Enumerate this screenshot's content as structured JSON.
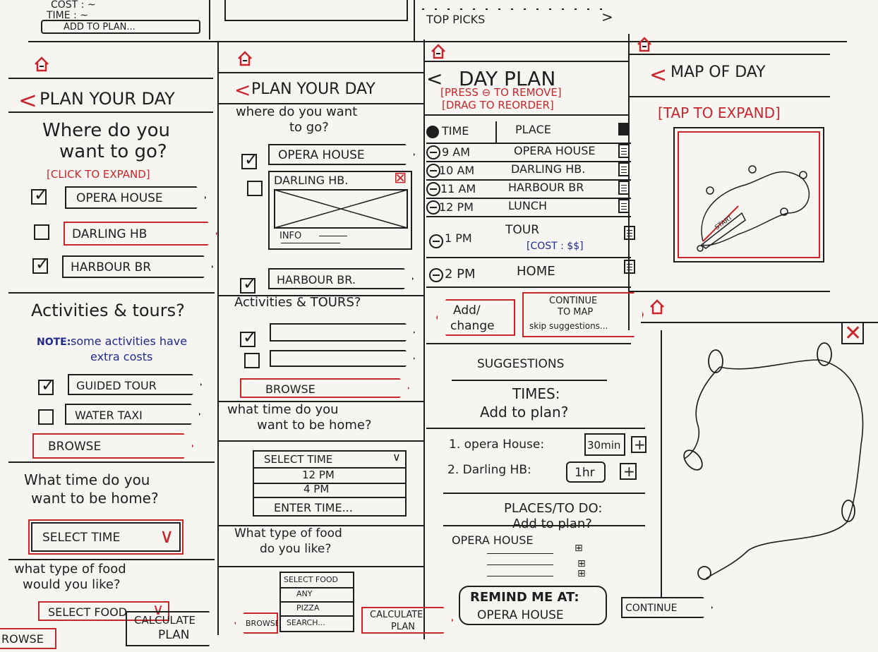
{
  "strip_top": {
    "cost_label": "COST : ~",
    "time_label": "TIME : ~",
    "add_to_plan": "ADD TO PLAN...",
    "top_picks": "TOP PICKS"
  },
  "screen1": {
    "back_title": "PLAN YOUR DAY",
    "question_go": [
      "Where do you",
      "want to go?"
    ],
    "click_to_expand": "[CLICK TO EXPAND]",
    "places": [
      {
        "label": "OPERA HOUSE",
        "checked": true
      },
      {
        "label": "DARLING HB",
        "checked": false
      },
      {
        "label": "HARBOUR BR",
        "checked": true
      }
    ],
    "activities_heading": "Activities & tours?",
    "note_prefix": "NOTE:",
    "note_text": [
      "some activities have",
      "extra costs"
    ],
    "activities": [
      {
        "label": "GUIDED TOUR",
        "checked": true
      },
      {
        "label": "WATER TAXI",
        "checked": false
      }
    ],
    "browse": "BROWSE",
    "question_home": [
      "What time do you",
      "want to be home?"
    ],
    "select_time": "SELECT TIME",
    "question_food": [
      "what type of food",
      "would you like?"
    ],
    "select_food": "SELECT FOOD",
    "calculate": [
      "CALCULATE",
      "PLAN"
    ],
    "browse_bottom": "ROWSE"
  },
  "screen2": {
    "back_title": "PLAN YOUR DAY",
    "question_go": [
      "where do you want",
      "to go?"
    ],
    "places": [
      {
        "label": "OPERA HOUSE",
        "checked": true
      },
      {
        "label": "DARLING HB.",
        "checked": false
      },
      {
        "label": "HARBOUR BR.",
        "checked": true
      }
    ],
    "info_label": "INFO",
    "activities_heading": "Activities & TOURS?",
    "browse": "BROWSE",
    "question_home": [
      "what time do you",
      "want to be home?"
    ],
    "time_options": [
      "SELECT TIME",
      "12 PM",
      "4 PM",
      "ENTER TIME..."
    ],
    "question_food": [
      "What type of food",
      "do you like?"
    ],
    "food_options": [
      "SELECT FOOD",
      "ANY",
      "PIZZA",
      "SEARCH..."
    ],
    "browse_small": "BROWSE",
    "calculate": [
      "CALCULATE",
      "PLAN"
    ]
  },
  "screen3": {
    "back_title": "DAY PLAN",
    "hint_remove": "[PRESS ⊖ TO REMOVE]",
    "hint_reorder": "[DRAG TO REORDER]",
    "col_time": "TIME",
    "col_place": "PLACE",
    "rows": [
      {
        "time": "9 AM",
        "place": "OPERA HOUSE"
      },
      {
        "time": "10 AM",
        "place": "DARLING HB."
      },
      {
        "time": "11 AM",
        "place": "HARBOUR BR"
      },
      {
        "time": "12 PM",
        "place": "LUNCH"
      },
      {
        "time": "1 PM",
        "place": "TOUR",
        "note": "[COST : $$]"
      },
      {
        "time": "2 PM",
        "place": "HOME"
      }
    ],
    "add_change": [
      "Add/",
      "change"
    ],
    "continue_btn": [
      "CONTINUE",
      "TO MAP",
      "skip suggestions..."
    ],
    "suggestions_heading": "SUGGESTIONS",
    "times_heading": [
      "TIMES:",
      "Add to plan?"
    ],
    "suggestion_items": [
      {
        "label": "1. opera House:",
        "duration": "30min"
      },
      {
        "label": "2. Darling HB:",
        "duration": "1hr"
      }
    ],
    "places_heading": [
      "PLACES/TO DO:",
      "Add to plan?"
    ],
    "opera_house": "OPERA HOUSE",
    "remind": [
      "REMIND ME AT:",
      "OPERA HOUSE"
    ]
  },
  "screen4": {
    "back_title": "MAP OF DAY",
    "tap_to_expand": "[TAP TO EXPAND]",
    "start_label": "START",
    "continue_btn": "CONTINUE"
  },
  "colors": {
    "ink": "#1e1e1e",
    "red_pen": "#c8262b",
    "blue_pen": "#1f2a8a",
    "paper": "#f6f5f2"
  }
}
